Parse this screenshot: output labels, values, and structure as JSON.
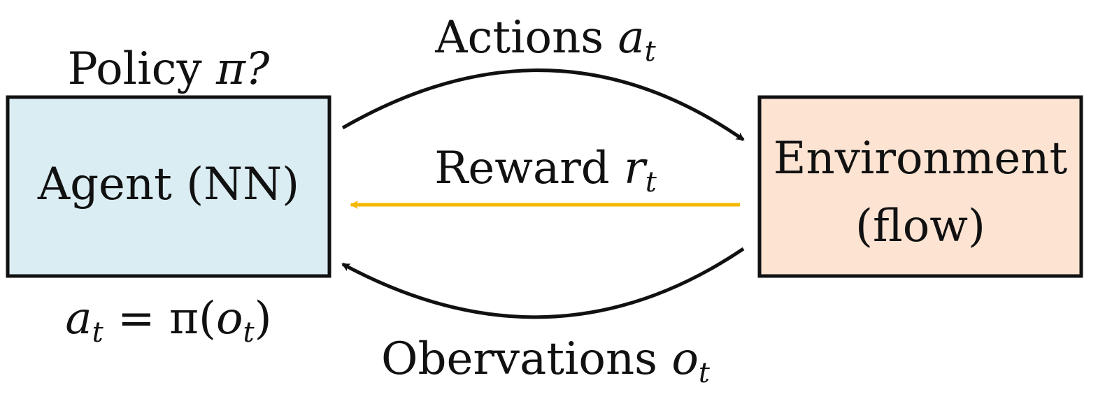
{
  "colors": {
    "agent_fill": "#daedf3",
    "environment_fill": "#fce3d2",
    "border": "#111111",
    "reward_arrow": "#f5b800",
    "arrow": "#111111"
  },
  "agent": {
    "label": "Agent (NN)",
    "policy_label": "Policy",
    "policy_symbol": "π?",
    "action_formula": {
      "a": "a",
      "sub": "t",
      "eq": " = π(",
      "o": "o",
      "o_sub": "t",
      "close": ")"
    }
  },
  "environment": {
    "line1": "Environment",
    "line2": "(flow)"
  },
  "actions": {
    "label": "Actions",
    "var": "a",
    "sub": "t"
  },
  "reward": {
    "label": "Reward",
    "var": "r",
    "sub": "t"
  },
  "observations": {
    "label": "Obervations",
    "var": "o",
    "sub": "t"
  }
}
